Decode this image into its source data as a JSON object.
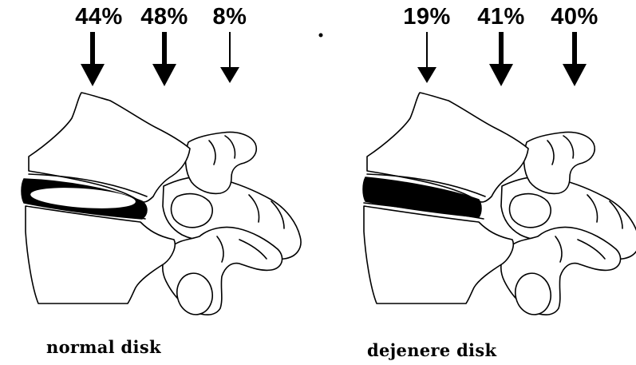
{
  "panels": [
    {
      "caption": "normal disk",
      "loads": [
        "44%",
        "48%",
        "8%"
      ]
    },
    {
      "caption": "dejenere disk",
      "loads": [
        "19%",
        "41%",
        "40%"
      ]
    }
  ]
}
